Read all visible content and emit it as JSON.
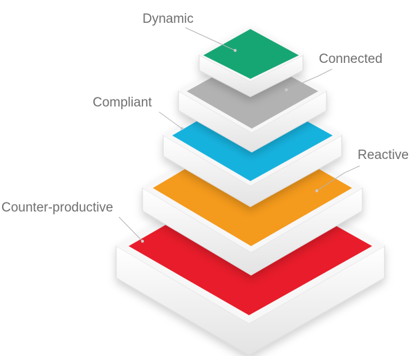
{
  "pyramid": {
    "levels": [
      {
        "label": "Dynamic",
        "color": "#17a673"
      },
      {
        "label": "Connected",
        "color": "#b2b2b2"
      },
      {
        "label": "Compliant",
        "color": "#17b2de"
      },
      {
        "label": "Reactive",
        "color": "#f49a1f"
      },
      {
        "label": "Counter-productive",
        "color": "#e81d2a"
      }
    ],
    "label_color": "#6f6f6f",
    "base_color": "#ffffff"
  }
}
